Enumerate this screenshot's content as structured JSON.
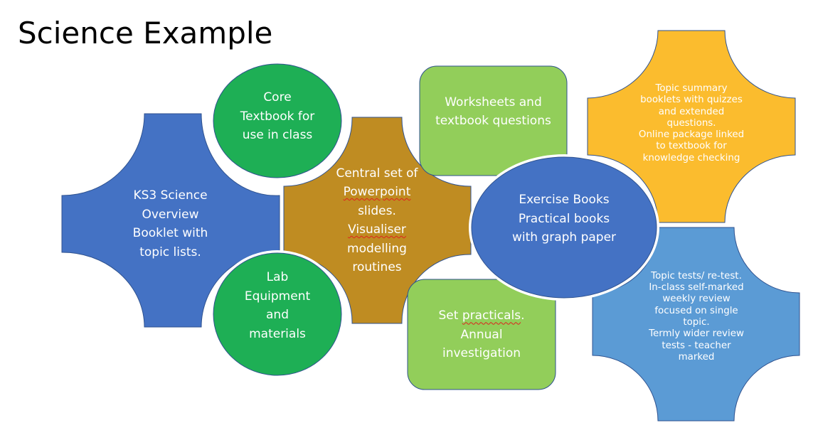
{
  "slide": {
    "title": "Science Example"
  },
  "shapes": {
    "overview_booklet": {
      "shape": "plaque",
      "color": "#4472C4",
      "lines": [
        "KS3 Science",
        "Overview",
        "Booklet with",
        "topic lists."
      ]
    },
    "core_textbook": {
      "shape": "circle",
      "color": "#1EAF55",
      "lines": [
        "Core",
        "Textbook for",
        "use in class"
      ]
    },
    "lab_equipment": {
      "shape": "circle",
      "color": "#1EAF55",
      "lines": [
        "Lab",
        "Equipment",
        "and",
        "materials"
      ]
    },
    "powerpoint_slides": {
      "shape": "plaque",
      "color": "#BF8C22",
      "lines": [
        "Central set of",
        "Powerpoint",
        "slides.",
        "Visualiser",
        "modelling",
        "routines"
      ],
      "spellcheck_flagged": [
        "Powerpoint",
        "Visualiser"
      ]
    },
    "worksheets": {
      "shape": "rounded-rectangle",
      "color": "#92CE5A",
      "lines": [
        "Worksheets and",
        "textbook questions"
      ]
    },
    "set_practicals": {
      "shape": "rounded-rectangle",
      "color": "#92CE5A",
      "lines": [
        "Set practicals.",
        "Annual",
        "investigation"
      ],
      "spellcheck_flagged": [
        "practicals"
      ]
    },
    "exercise_books": {
      "shape": "ellipse",
      "color": "#4472C4",
      "lines": [
        "Exercise Books",
        "Practical books",
        "with graph paper"
      ]
    },
    "topic_summary": {
      "shape": "plaque",
      "color": "#FBBC2E",
      "lines": [
        "Topic summary",
        "booklets with quizzes",
        "and extended",
        "questions.",
        "Online package linked",
        "to textbook for",
        "knowledge checking"
      ]
    },
    "topic_tests": {
      "shape": "plaque",
      "color": "#5B9BD5",
      "lines": [
        "Topic tests/ re-test.",
        "In-class self-marked",
        "weekly review",
        "focused on single",
        "topic.",
        "Termly wider review",
        "tests - teacher",
        "marked"
      ]
    }
  },
  "style": {
    "outline_color": "#2F528F",
    "separator_color": "#FFFFFF",
    "text_color": "#FFFFFF",
    "spellcheck_color": "#E0201D"
  }
}
